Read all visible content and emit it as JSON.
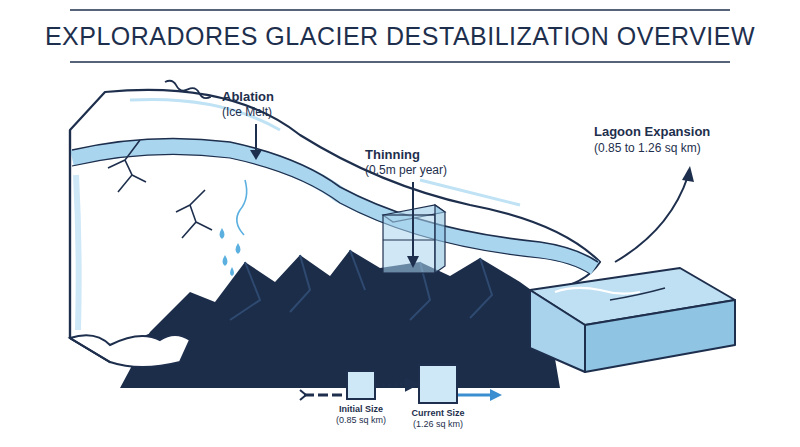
{
  "diagram": {
    "title": "EXPLORADORES GLACIER DESTABILIZATION OVERVIEW",
    "nodes": [
      {
        "text": [
          "Initial Size",
          "(0.85 sq km)"
        ]
      },
      {
        "text": [
          "Current Size",
          "(1.26 sq km)"
        ]
      }
    ],
    "edges": [
      {
        "from": 0,
        "to": 1,
        "arrow": "to"
      }
    ],
    "labels": [
      "Ablation",
      "(Ice Melt)",
      "Thinning",
      "(0.5m per year)",
      "Lagoon Expansion",
      "(0.85 to 1.26 sq km)"
    ]
  }
}
